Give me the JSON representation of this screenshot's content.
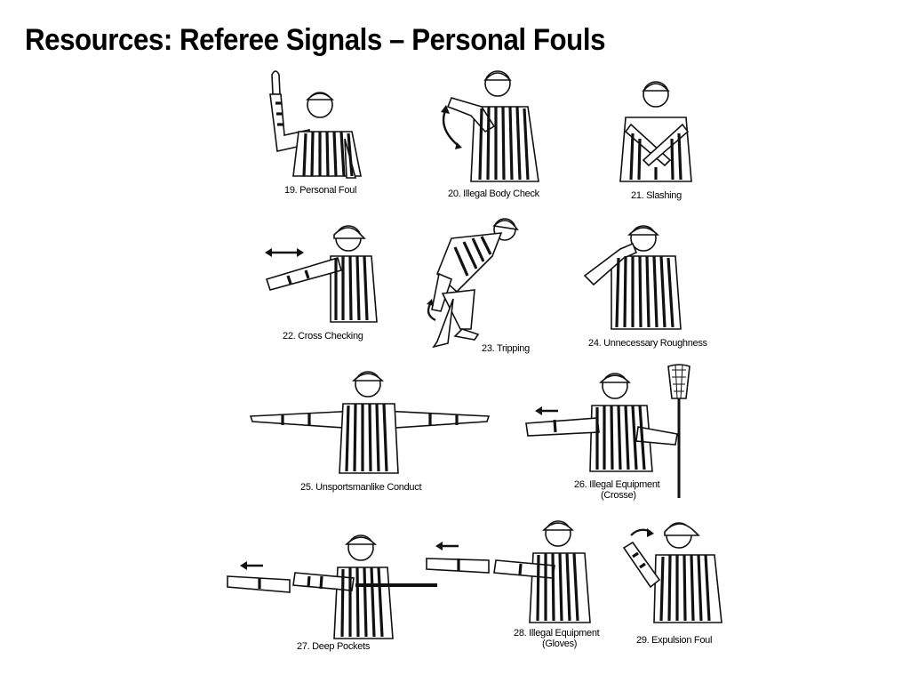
{
  "slide": {
    "title": "Resources: Referee Signals – Personal Fouls"
  },
  "signals": [
    {
      "caption": "19. Personal Foul"
    },
    {
      "caption": "20. Illegal Body Check"
    },
    {
      "caption": "21. Slashing"
    },
    {
      "caption": "22. Cross Checking"
    },
    {
      "caption": "23. Tripping"
    },
    {
      "caption": "24. Unnecessary Roughness"
    },
    {
      "caption": "25. Unsportsmanlike Conduct"
    },
    {
      "caption_line1": "26. Illegal Equipment",
      "caption_line2": "(Crosse)"
    },
    {
      "caption": "27. Deep Pockets"
    },
    {
      "caption_line1": "28. Illegal Equipment",
      "caption_line2": "(Gloves)"
    },
    {
      "caption": "29. Expulsion Foul"
    }
  ]
}
